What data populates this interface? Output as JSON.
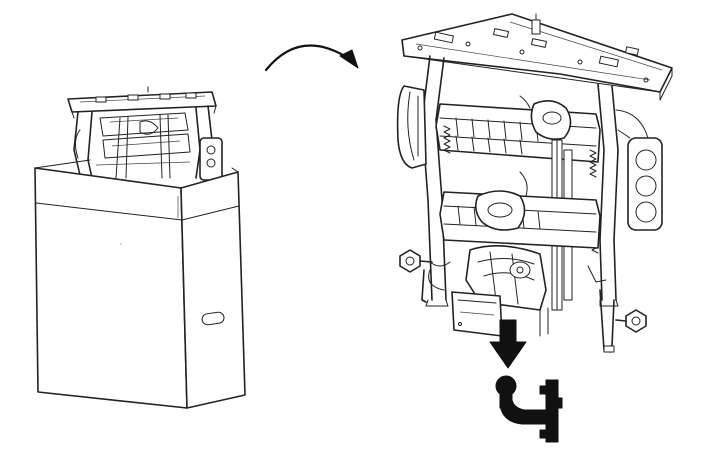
{
  "illustration": {
    "steps": [
      {
        "id": "boxed-unit",
        "icon": "packaged-mechanism-in-box"
      },
      {
        "id": "rotate",
        "icon": "curved-arrow-icon"
      },
      {
        "id": "unpacked-unit",
        "icon": "seat-mechanism-assembly"
      },
      {
        "id": "lower",
        "icon": "down-arrow-icon"
      },
      {
        "id": "mount",
        "icon": "mounting-bracket-icon"
      }
    ],
    "colors": {
      "line": "#222222",
      "fill": "#ffffff",
      "accent": "#111111"
    }
  }
}
